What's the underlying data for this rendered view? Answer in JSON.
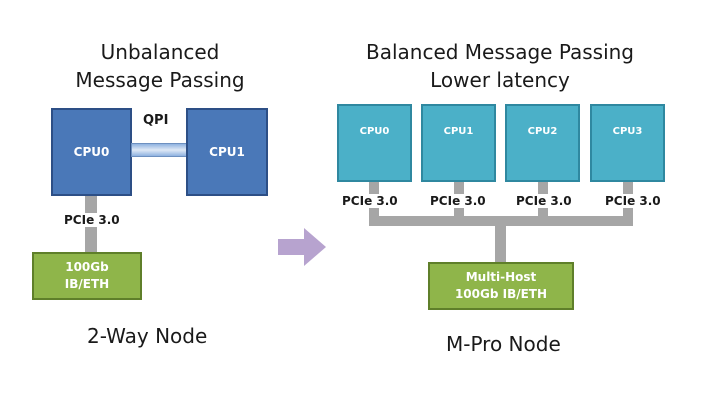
{
  "left": {
    "title_line1": "Unbalanced",
    "title_line2": "Message Passing",
    "cpu0": "CPU0",
    "cpu1": "CPU1",
    "qpi": "QPI",
    "pcie": "PCIe 3.0",
    "nic_line1": "100Gb",
    "nic_line2": "IB/ETH",
    "caption": "2-Way Node"
  },
  "right": {
    "title_line1": "Balanced Message Passing",
    "title_line2": "Lower latency",
    "cpus": [
      "CPU0",
      "CPU1",
      "CPU2",
      "CPU3"
    ],
    "pcie_labels": [
      "PCIe 3.0",
      "PCIe 3.0",
      "PCIe 3.0",
      "PCIe 3.0"
    ],
    "nic_line1": "Multi-Host",
    "nic_line2": "100Gb IB/ETH",
    "caption": "M-Pro Node"
  },
  "colors": {
    "cpu_dark": "#4a78b8",
    "cpu_light": "#4bb0c8",
    "nic_green": "#8fb54a",
    "bus_gray": "#a6a6a6",
    "arrow_purple": "#b7a3cf"
  }
}
